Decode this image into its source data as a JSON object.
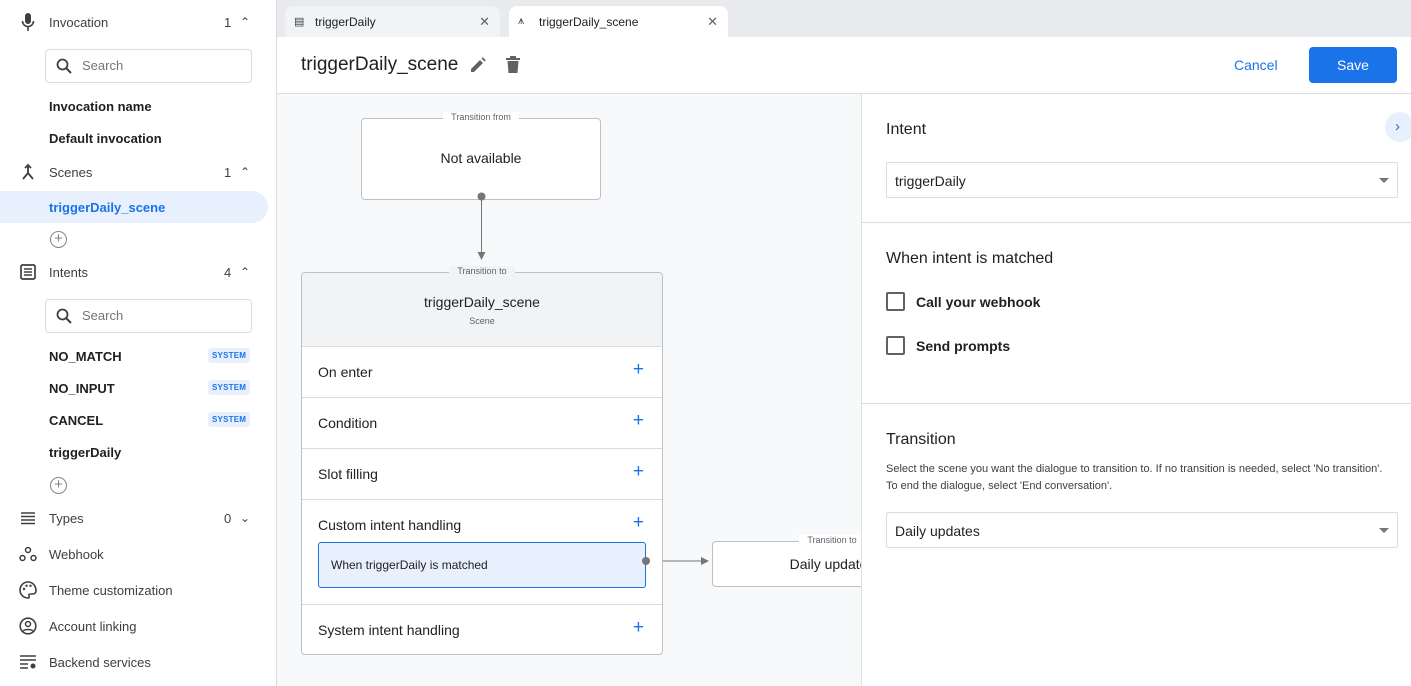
{
  "sidebar": {
    "invocation": {
      "label": "Invocation",
      "count": "1",
      "search_placeholder": "Search",
      "items": [
        "Invocation name",
        "Default invocation"
      ]
    },
    "scenes": {
      "label": "Scenes",
      "count": "1",
      "items": [
        "triggerDaily_scene"
      ]
    },
    "intents": {
      "label": "Intents",
      "count": "4",
      "search_placeholder": "Search",
      "items": [
        {
          "name": "NO_MATCH",
          "badge": "SYSTEM"
        },
        {
          "name": "NO_INPUT",
          "badge": "SYSTEM"
        },
        {
          "name": "CANCEL",
          "badge": "SYSTEM"
        },
        {
          "name": "triggerDaily",
          "badge": ""
        }
      ]
    },
    "types": {
      "label": "Types",
      "count": "0"
    },
    "webhook": "Webhook",
    "theme": "Theme customization",
    "account": "Account linking",
    "backend": "Backend services"
  },
  "tabs": [
    {
      "label": "triggerDaily",
      "icon": "intent-icon",
      "active": false
    },
    {
      "label": "triggerDaily_scene",
      "icon": "scene-icon",
      "active": true
    }
  ],
  "header": {
    "title": "triggerDaily_scene",
    "cancel": "Cancel",
    "save": "Save"
  },
  "canvas": {
    "from_caption": "Transition from",
    "from_value": "Not available",
    "to_caption": "Transition to",
    "scene_name": "triggerDaily_scene",
    "scene_type": "Scene",
    "rows": [
      "On enter",
      "Condition",
      "Slot filling",
      "Custom intent handling",
      "System intent handling"
    ],
    "handler": "When triggerDaily is matched",
    "target_caption": "Transition to",
    "target_value": "Daily updates"
  },
  "panel": {
    "intent_heading": "Intent",
    "intent_value": "triggerDaily",
    "matched_heading": "When intent is matched",
    "webhook_label": "Call your webhook",
    "webhook_checked": false,
    "prompts_label": "Send prompts",
    "prompts_checked": false,
    "transition_heading": "Transition",
    "transition_desc": "Select the scene you want the dialogue to transition to. If no transition is needed, select 'No transition'. To end the dialogue, select 'End conversation'.",
    "transition_value": "Daily updates"
  },
  "colors": {
    "accent": "#1a73e8",
    "selected_bg": "#e8f0fe",
    "canvas_bg": "#f8f9fa"
  }
}
